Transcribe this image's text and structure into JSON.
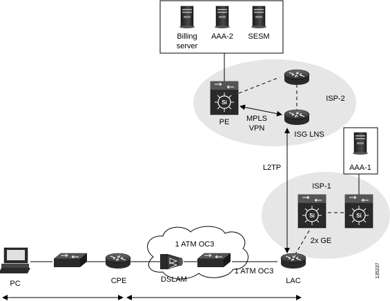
{
  "labels": {
    "billing_line1": "Billing",
    "billing_line2": "server",
    "aaa2": "AAA-2",
    "sesm": "SESM",
    "pe": "PE",
    "isp2": "ISP-2",
    "mpls_line1": "MPLS",
    "mpls_line2": "VPN",
    "isg_lns": "ISG LNS",
    "l2tp": "L2TP",
    "aaa1": "AAA-1",
    "isp1": "ISP-1",
    "ge": "2x GE",
    "atm_cloud": "1 ATM OC3",
    "atm_link": "1 ATM OC3",
    "pc": "PC",
    "cpe": "CPE",
    "dslam": "DSLAM",
    "lac": "LAC",
    "figure_id": "135237"
  },
  "switch_icon_text": "Si",
  "colors": {
    "cloud_fill": "#e6e6e6",
    "device_dark": "#2a2a2a",
    "device_light": "#ffffff",
    "line": "#000000"
  }
}
